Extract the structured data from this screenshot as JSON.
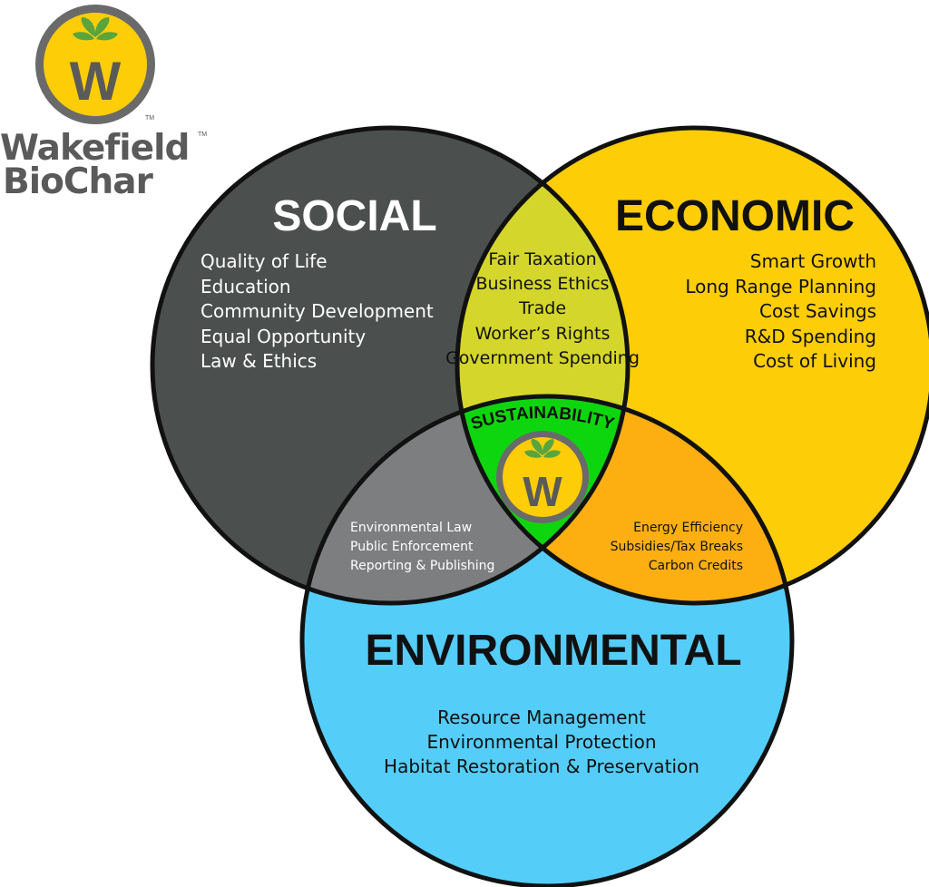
{
  "logo": {
    "line1": "Wakefield",
    "line2": "BioChar",
    "tm": "TM",
    "letter": "W"
  },
  "colors": {
    "social": "#4b4f4e",
    "economic": "#fdcd08",
    "environmental": "#55cdf9",
    "social_economic": "#d4d62b",
    "social_environmental": "#7d7e80",
    "economic_environmental": "#fdaf12",
    "center": "#0ed60e",
    "logo_ring": "#6a6a6a",
    "leaf": "#5aa43e"
  },
  "social": {
    "title": "SOCIAL",
    "items": [
      "Quality of Life",
      "Education",
      "Community Development",
      "Equal Opportunity",
      "Law & Ethics"
    ]
  },
  "economic": {
    "title": "ECONOMIC",
    "items": [
      "Smart Growth",
      "Long Range Planning",
      "Cost Savings",
      "R&D Spending",
      "Cost of Living"
    ]
  },
  "environmental": {
    "title": "ENVIRONMENTAL",
    "items": [
      "Resource Management",
      "Environmental Protection",
      "Habitat Restoration & Preservation"
    ]
  },
  "social_economic": {
    "items": [
      "Fair Taxation",
      "Business Ethics",
      "Trade",
      "Worker’s Rights",
      "Government Spending"
    ]
  },
  "social_environmental": {
    "items": [
      "Environmental Law",
      "Public Enforcement",
      "Reporting & Publishing"
    ]
  },
  "economic_environmental": {
    "items": [
      "Energy Efficiency",
      "Subsidies/Tax Breaks",
      "Carbon Credits"
    ]
  },
  "center": {
    "label": "SUSTAINABILITY",
    "letter": "W"
  }
}
